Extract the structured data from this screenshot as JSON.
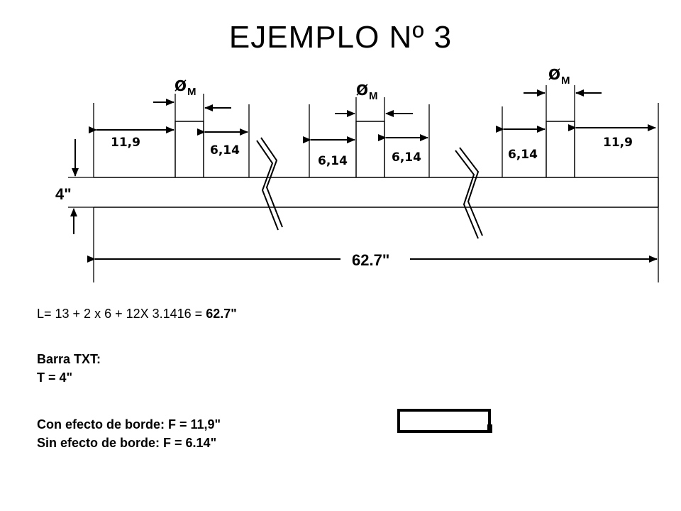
{
  "title": "EJEMPLO Nº 3",
  "diagram": {
    "phi_symbol": "Ø",
    "phi_subscript": "M",
    "thickness_label": "4\"",
    "total_length_label": "62.7\"",
    "dimensions": {
      "left_edge": "11,9",
      "left_right": "6,14",
      "middle_left": "6,14",
      "middle_right": "6,14",
      "right_left": "6,14",
      "right_edge": "11,9"
    }
  },
  "notes": {
    "formula_left": "L= 13 + 2 x 6 + 12X 3.1416 = ",
    "formula_result": "62.7\"",
    "bar_heading": "Barra TXT:",
    "bar_value": "T = 4\"",
    "edge_effect": "Con efecto de borde: F = 11,9\"",
    "no_edge_effect": "Sin efecto de borde:  F = 6.14\""
  }
}
